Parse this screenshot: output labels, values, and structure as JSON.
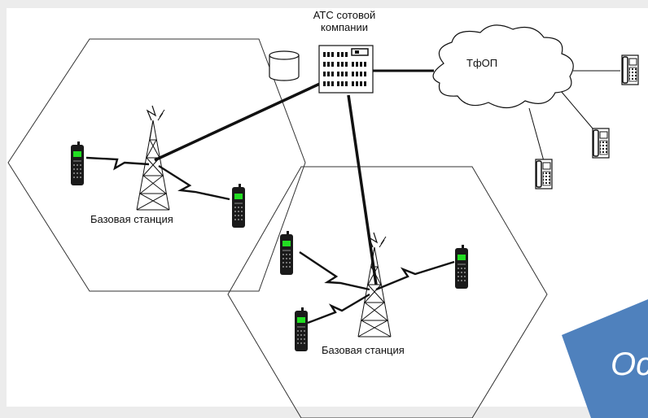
{
  "diagram": {
    "switch_title_line1": "АТС сотовой",
    "switch_title_line2": "компании",
    "pstn_label": "ТфОП",
    "base_station_left_label": "Базовая станция",
    "base_station_right_label": "Базовая станция"
  },
  "banner": {
    "text": "Oc",
    "color": "#4f81bd"
  },
  "icons": [
    "database-icon",
    "switch-cabinet-icon",
    "cloud-icon",
    "desk-phone-icon",
    "mobile-phone-icon",
    "antenna-tower-icon"
  ]
}
